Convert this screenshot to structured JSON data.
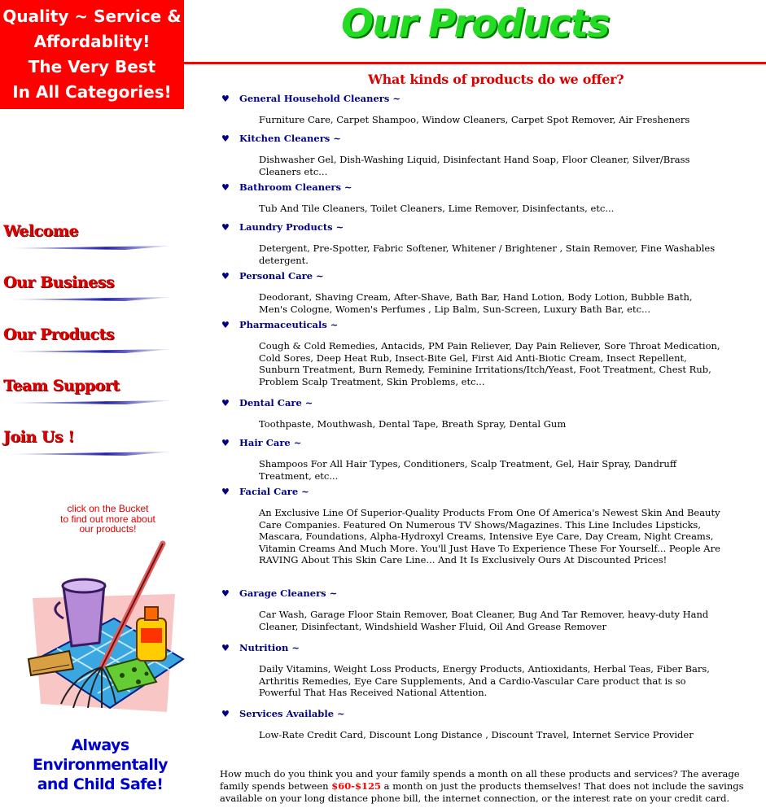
{
  "slogan": {
    "lines": [
      "Quality ~ Service &",
      "Affordablity!",
      "The Very Best",
      "In All Categories!"
    ]
  },
  "nav": {
    "items": [
      {
        "label": "Welcome"
      },
      {
        "label": "Our Business"
      },
      {
        "label": "Our Products"
      },
      {
        "label": "Team Support"
      },
      {
        "label": "Join Us !"
      }
    ]
  },
  "bucket_note": {
    "lines": [
      "click on the Bucket",
      "to find out more about",
      "our products!"
    ]
  },
  "environment": {
    "line1": "Always Environmentally",
    "line2": "and Child Safe!"
  },
  "page": {
    "title": "Our Products",
    "subtitle": "What kinds of products do we offer?"
  },
  "categories": [
    {
      "name": "General Household Cleaners ~",
      "items": "Furniture Care, Carpet Shampoo, Window Cleaners, Carpet Spot Remover, Air Fresheners"
    },
    {
      "name": "Kitchen Cleaners ~",
      "items": "Dishwasher Gel, Dish-Washing Liquid, Disinfectant Hand Soap, Floor Cleaner, Silver/Brass Cleaners etc..."
    },
    {
      "name": "Bathroom Cleaners ~",
      "items": "Tub And Tile Cleaners, Toilet Cleaners, Lime Remover, Disinfectants, etc..."
    },
    {
      "name": "Laundry Products ~",
      "items": "Detergent, Pre-Spotter, Fabric Softener, Whitener / Brightener , Stain Remover, Fine Washables detergent."
    },
    {
      "name": "Personal Care ~",
      "items": "Deodorant, Shaving Cream, After-Shave, Bath Bar, Hand Lotion, Body Lotion, Bubble Bath, Men's Cologne, Women's Perfumes , Lip Balm, Sun-Screen, Luxury Bath Bar, etc..."
    },
    {
      "name": "Pharmaceuticals ~",
      "items": "Cough & Cold Remedies, Antacids, PM Pain Reliever, Day Pain Reliever, Sore Throat Medication, Cold Sores, Deep Heat Rub, Insect-Bite Gel, First Aid Anti-Biotic Cream, Insect Repellent, Sunburn Treatment, Burn Remedy, Feminine Irritations/Itch/Yeast, Foot Treatment, Chest Rub, Problem Scalp Treatment, Skin Problems, etc..."
    },
    {
      "name": "Dental Care ~",
      "items": "Toothpaste, Mouthwash, Dental Tape, Breath Spray, Dental Gum"
    },
    {
      "name": "Hair Care ~",
      "items": "Shampoos For All Hair Types, Conditioners, Scalp Treatment, Gel, Hair Spray, Dandruff Treatment, etc..."
    },
    {
      "name": "Facial Care ~",
      "items": "An Exclusive Line Of Superior-Quality Products From One Of America's Newest Skin And Beauty Care Companies. Featured On Numerous TV Shows/Magazines. This Line Includes Lipsticks, Mascara, Foundations, Alpha-Hydroxyl Creams, Intensive Eye Care, Day Cream, Night Creams, Vitamin Creams And Much More. You'll Just Have To Experience These For Yourself... People Are RAVING About This Skin Care Line... And It Is Exclusively Ours At Discounted Prices!"
    },
    {
      "name": "Garage Cleaners ~",
      "items": "Car Wash, Garage Floor Stain Remover, Boat Cleaner, Bug And Tar Remover, heavy-duty Hand Cleaner, Disinfectant, Windshield Washer Fluid, Oil And Grease Remover"
    },
    {
      "name": "Nutrition ~",
      "items": "Daily Vitamins, Weight Loss Products, Energy Products, Antioxidants, Herbal Teas, Fiber Bars, Arthritis Remedies, Eye Care Supplements, And a Cardio-Vascular Care product that is so Powerful That Has Received National Attention."
    },
    {
      "name": "Services Available ~",
      "items": "Low-Rate Credit Card, Discount Long Distance , Discount Travel, Internet Service Provider"
    }
  ],
  "footer": {
    "before": "How much do you think you and your family spends a month on all these products and services? The average family spends between ",
    "price": "$60-$125",
    "after": " a month on just the products themselves! That does not include the savings available on your long distance phone bill, the internet connection, or the interest rate on your credit card."
  },
  "colors": {
    "slogan_bg": "#ff0000",
    "title_green": "#22dd22",
    "nav_red": "#e00000",
    "category_blue": "#000088",
    "env_blue": "#0000cc"
  }
}
